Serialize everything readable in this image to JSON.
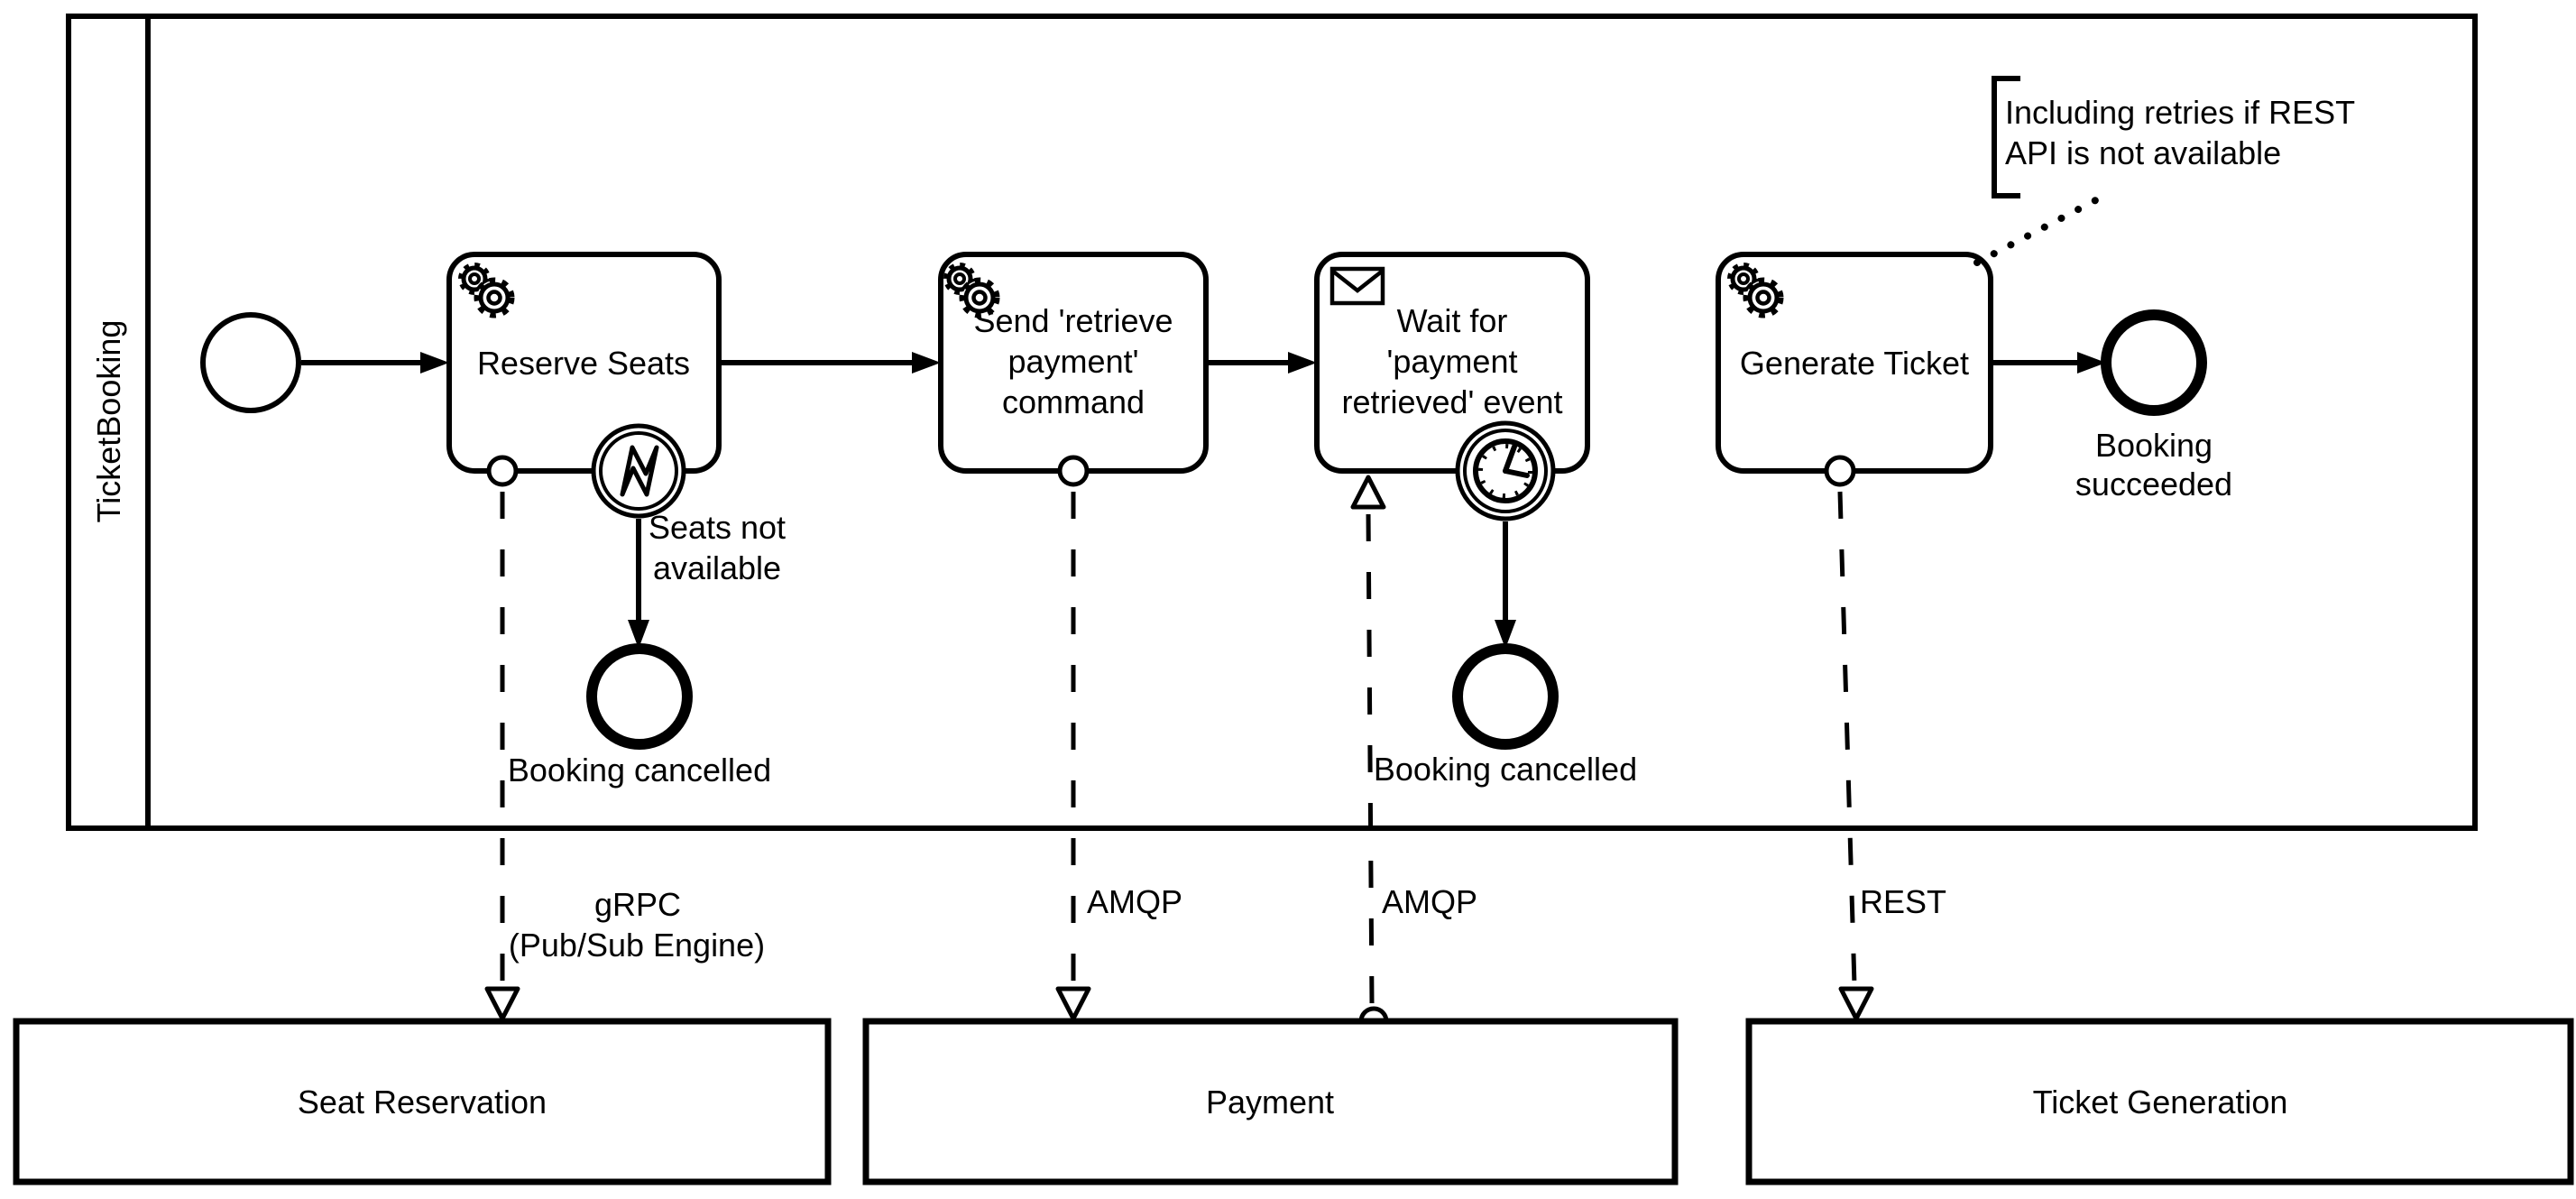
{
  "pool": {
    "label": "TicketBooking"
  },
  "tasks": {
    "reserve_seats": {
      "label": "Reserve Seats"
    },
    "send_retrieve_payment": {
      "lines": [
        "Send 'retrieve",
        "payment'",
        "command"
      ]
    },
    "wait_payment_retrieved": {
      "lines": [
        "Wait for",
        "'payment",
        "retrieved' event"
      ]
    },
    "generate_ticket": {
      "label": "Generate Ticket"
    }
  },
  "events": {
    "seats_not_available": {
      "lines": [
        "Seats not",
        "available"
      ]
    },
    "booking_cancelled_seats": {
      "label": "Booking cancelled"
    },
    "booking_cancelled_timeout": {
      "label": "Booking cancelled"
    },
    "booking_succeeded": {
      "lines": [
        "Booking",
        "succeeded"
      ]
    }
  },
  "annotation": {
    "lines": [
      "Including retries if REST",
      "API is not available"
    ]
  },
  "message_flow_labels": {
    "grpc": {
      "lines": [
        "gRPC",
        "(Pub/Sub Engine)"
      ]
    },
    "amqp_command": "AMQP",
    "amqp_event": "AMQP",
    "rest": "REST"
  },
  "external_pools": {
    "seat_reservation": "Seat Reservation",
    "payment": "Payment",
    "ticket_generation": "Ticket Generation"
  },
  "icons": {
    "service_task": "gears-icon",
    "receive_task": "envelope-icon",
    "timer_boundary": "clock-icon",
    "error_boundary": "lightning-icon"
  },
  "colors": {
    "stroke": "#000000",
    "background": "#ffffff"
  }
}
